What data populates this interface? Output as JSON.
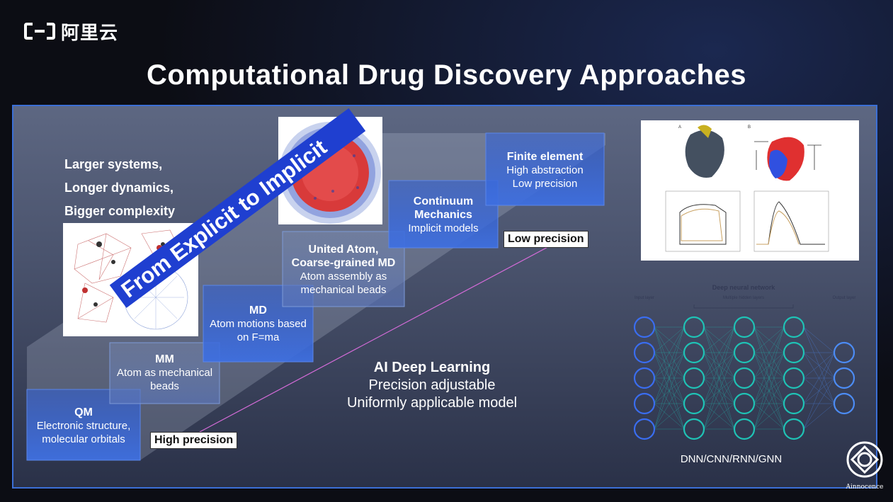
{
  "logo": {
    "text": "阿里云"
  },
  "title": "Computational Drug Discovery Approaches",
  "side_list": [
    "Larger systems,",
    "Longer dynamics,",
    "Bigger complexity"
  ],
  "arrow_label": "From Explicit to Implicit",
  "stairs": [
    {
      "title": "QM",
      "lines": [
        "Electronic structure,",
        "molecular orbitals"
      ]
    },
    {
      "title": "MM",
      "lines": [
        "Atom as mechanical",
        "beads"
      ]
    },
    {
      "title": "MD",
      "lines": [
        "Atom motions based",
        "on F=ma"
      ]
    },
    {
      "title": "United Atom,",
      "title2": "Coarse-grained MD",
      "lines": [
        "Atom assembly as",
        "mechanical beads"
      ]
    },
    {
      "title": "Continuum",
      "title2": "Mechanics",
      "lines": [
        "Implicit models"
      ]
    },
    {
      "title": "Finite element",
      "lines": [
        "High abstraction",
        "Low precision"
      ]
    }
  ],
  "precision": {
    "high": "High precision",
    "low": "Low precision"
  },
  "ai": {
    "title": "AI Deep Learning",
    "line1": "Precision adjustable",
    "line2": "Uniformly applicable model"
  },
  "nn": {
    "title": "Deep neural network",
    "input_label": "Input layer",
    "hidden_label": "Multiple hidden layers",
    "output_label": "Output layer",
    "caption": "DNN/CNN/RNN/GNN"
  },
  "brand": {
    "name": "Ainnocence"
  },
  "colors": {
    "panel_border": "#3b6fd6",
    "stair_fill": "#3e6fe0",
    "nn_input": "#3a6df0",
    "nn_hidden": "#1fc2b5",
    "nn_output": "#4c8cf5",
    "arrow_band": "#1f3fd0"
  }
}
